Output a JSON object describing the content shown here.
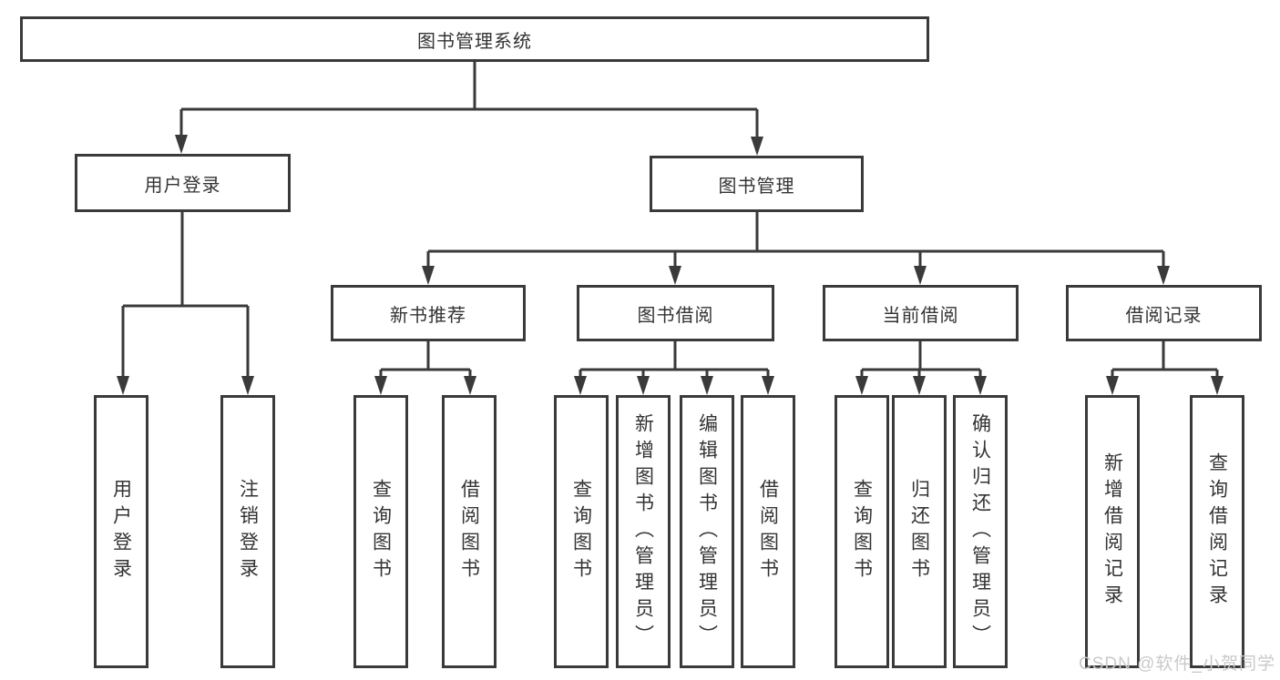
{
  "diagram": {
    "root": {
      "label": "图书管理系统",
      "children": [
        {
          "label": "用户登录",
          "children": [
            {
              "label": "用户登录"
            },
            {
              "label": "注销登录"
            }
          ]
        },
        {
          "label": "图书管理",
          "children": [
            {
              "label": "新书推荐",
              "children": [
                {
                  "label": "查询图书"
                },
                {
                  "label": "借阅图书"
                }
              ]
            },
            {
              "label": "图书借阅",
              "children": [
                {
                  "label": "查询图书"
                },
                {
                  "label": "新增图书（管理员）"
                },
                {
                  "label": "编辑图书（管理员）"
                },
                {
                  "label": "借阅图书"
                }
              ]
            },
            {
              "label": "当前借阅",
              "children": [
                {
                  "label": "查询图书"
                },
                {
                  "label": "归还图书"
                },
                {
                  "label": "确认归还（管理员）"
                }
              ]
            },
            {
              "label": "借阅记录",
              "children": [
                {
                  "label": "新增借阅记录"
                },
                {
                  "label": "查询借阅记录"
                }
              ]
            }
          ]
        }
      ]
    },
    "colors": {
      "line": "#3a3a3a",
      "text": "#333333",
      "background": "#ffffff"
    }
  },
  "watermark": {
    "text": "CSDN @软件_小贺同学",
    "color": "#c9c9c9"
  }
}
